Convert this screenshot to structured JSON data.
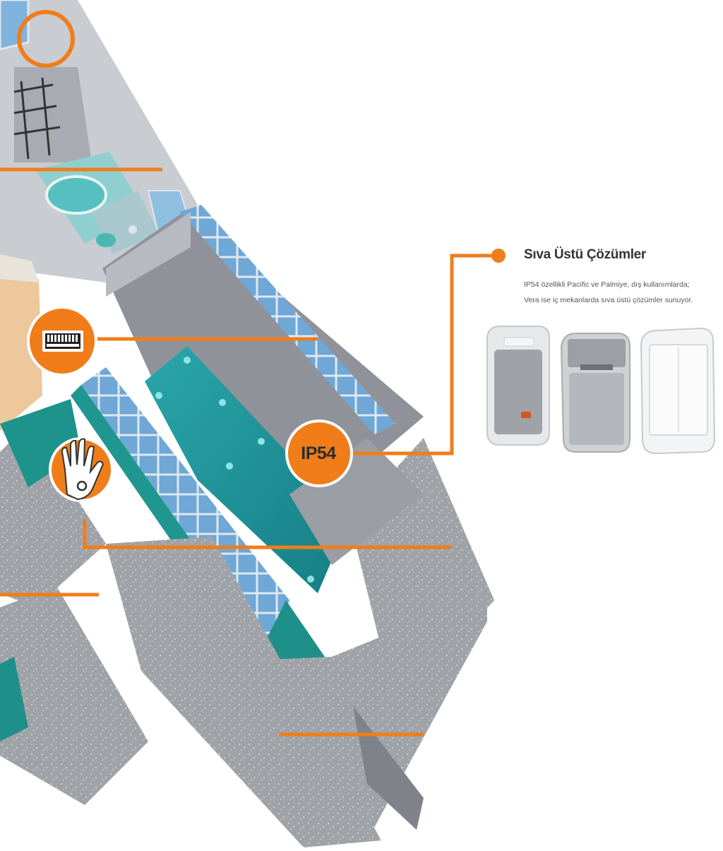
{
  "colors": {
    "accent": "#f07d1a",
    "pool": "#3fb8b4",
    "teal": "#1f8f8a",
    "wall": "#b9bcc2",
    "floor": "#9ea1a6"
  },
  "info": {
    "title": "Sıva Üstü Çözümler",
    "lines": [
      "IP54 özellikli Pacific ve Palmiye, dış kullanımlarda;",
      "Vera ise iç mekanlarda sıva üstü çözümler sunuyor."
    ]
  },
  "badges": {
    "ip54": "IP54",
    "keyboard": "keyboard-icon",
    "hand": "hand-icon"
  },
  "products": [
    "pacific-switch",
    "palmiye-switch",
    "vera-switch"
  ]
}
